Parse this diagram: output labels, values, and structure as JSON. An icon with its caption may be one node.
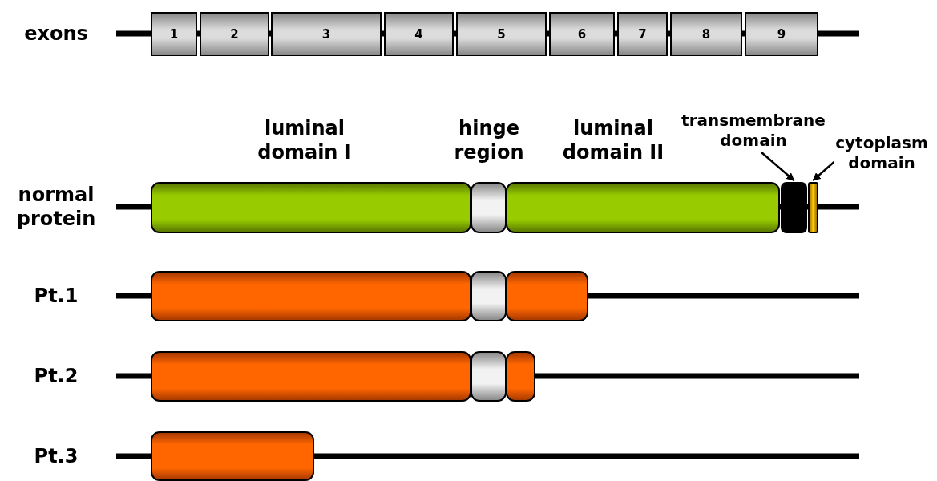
{
  "diagram": {
    "nodes": [
      {
        "text": [
          "1"
        ]
      },
      {
        "text": [
          "2"
        ]
      },
      {
        "text": [
          "3"
        ]
      },
      {
        "text": [
          "4"
        ]
      },
      {
        "text": [
          "5"
        ]
      },
      {
        "text": [
          "6"
        ]
      },
      {
        "text": [
          "7"
        ]
      },
      {
        "text": [
          "8"
        ]
      },
      {
        "text": [
          "9"
        ]
      },
      {
        "text": [
          "luminal domain I"
        ]
      },
      {
        "text": [
          "hinge region"
        ]
      },
      {
        "text": [
          "luminal domain II"
        ]
      },
      {
        "text": [
          "transmembrane domain"
        ]
      },
      {
        "text": [],
        "shape": "box"
      },
      {
        "text": [
          "cytoplasm domain"
        ]
      },
      {
        "text": [],
        "shape": "box"
      },
      {
        "text": [],
        "shape": "box"
      },
      {
        "text": [],
        "shape": "box"
      },
      {
        "text": [],
        "shape": "box"
      },
      {
        "text": [],
        "shape": "box"
      },
      {
        "text": [],
        "shape": "box"
      },
      {
        "text": [],
        "shape": "box"
      },
      {
        "text": [],
        "shape": "box"
      }
    ],
    "edges": [
      {
        "from": 12,
        "to": 13,
        "arrow": "to"
      },
      {
        "from": 14,
        "to": 15,
        "arrow": "to"
      }
    ],
    "labels": [
      "exons",
      "normal protein",
      "Pt.1",
      "Pt.2",
      "Pt.3"
    ]
  }
}
